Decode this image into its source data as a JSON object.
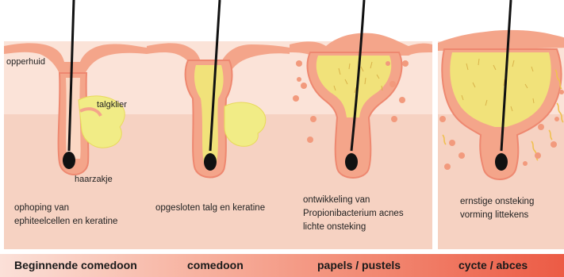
{
  "labels": {
    "epidermis": "opperhuid",
    "sebaceous_gland": "talgklier",
    "hair_follicle": "haarzakje"
  },
  "captions": [
    [
      "ophoping van",
      "ephiteelcellen en keratine"
    ],
    [
      "opgesloten talg en keratine"
    ],
    [
      "ontwikkeling van",
      "Propionibacterium acnes",
      "lichte onsteking"
    ],
    [
      "ernstige onsteking",
      "vorming littekens"
    ]
  ],
  "stages": [
    "Beginnende comedoon",
    "comedoon",
    "papels / pustels",
    "cycte / abces"
  ],
  "colors": {
    "upper_skin": "#fbe3d8",
    "lower_skin": "#f6d2c2",
    "follicle": "#f4a58a",
    "follicle_edge": "#ee8870",
    "sebum": "#f3e97a",
    "sebum_dark": "#e8c95a",
    "hair": "#111111",
    "bacteria": "#f29a7d",
    "inflammation": "#f08d6f"
  }
}
